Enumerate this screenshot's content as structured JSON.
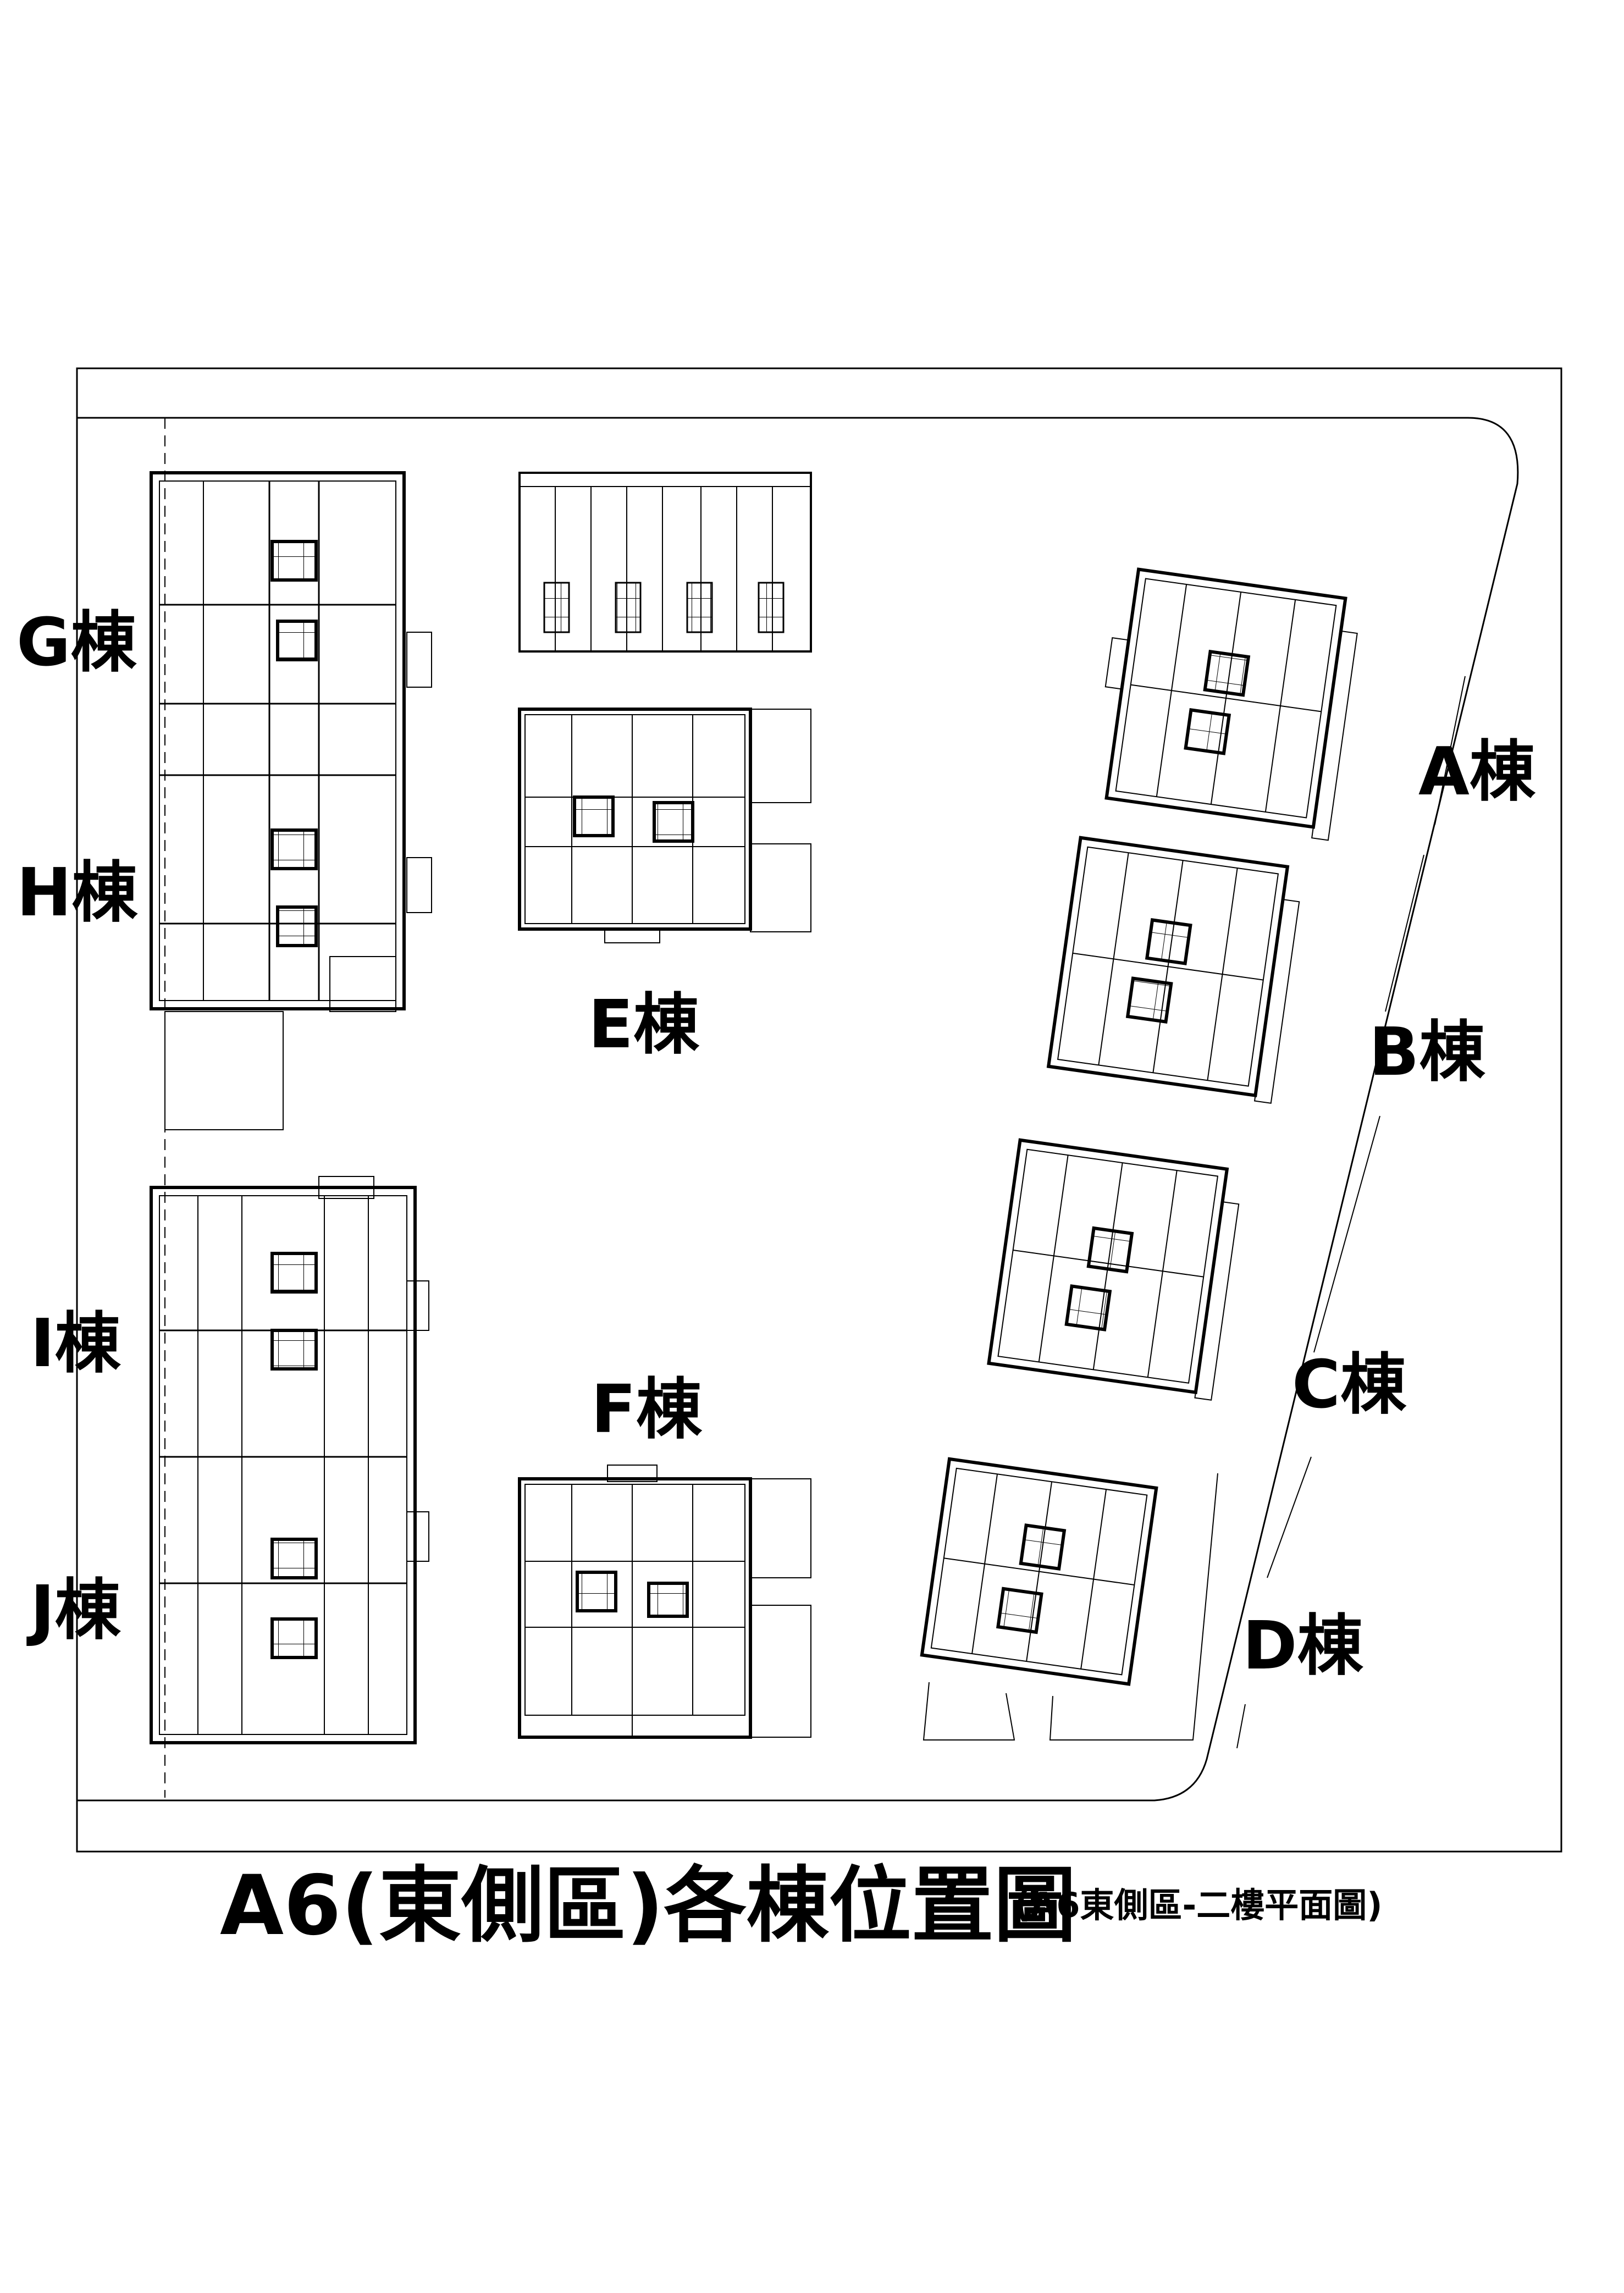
{
  "buildings": {
    "G": "G棟",
    "H": "H棟",
    "I": "I棟",
    "J": "J棟",
    "E": "E棟",
    "F": "F棟",
    "A": "A棟",
    "B": "B棟",
    "C": "C棟",
    "D": "D棟"
  },
  "title": "A6(東側區)各棟位置圖",
  "subtitle": "(A6東側區-二樓平面圖)"
}
